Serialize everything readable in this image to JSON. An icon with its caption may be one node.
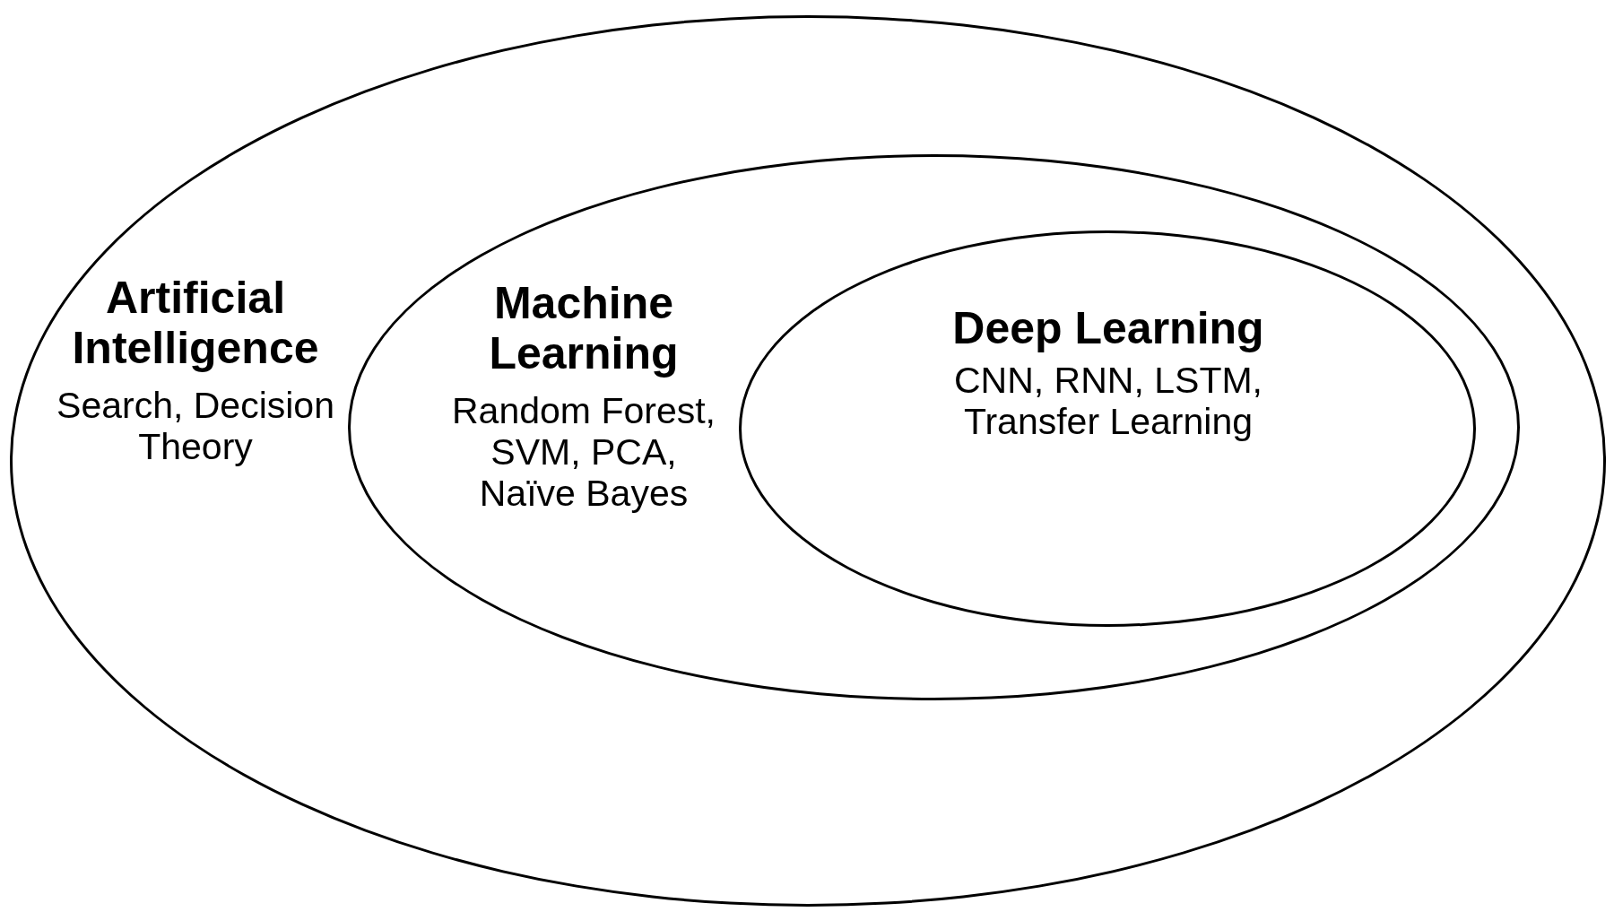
{
  "diagram": {
    "nodes": [
      {
        "text": [
          "Artificial Intelligence",
          "Search, Decision Theory"
        ]
      },
      {
        "text": [
          "Machine Learning",
          "Random Forest, SVM, PCA, Naïve Bayes"
        ],
        "in": 0
      },
      {
        "text": [
          "Deep Learning",
          "CNN, RNN, LSTM, Transfer Learning"
        ],
        "in": 1
      }
    ],
    "edges": []
  }
}
